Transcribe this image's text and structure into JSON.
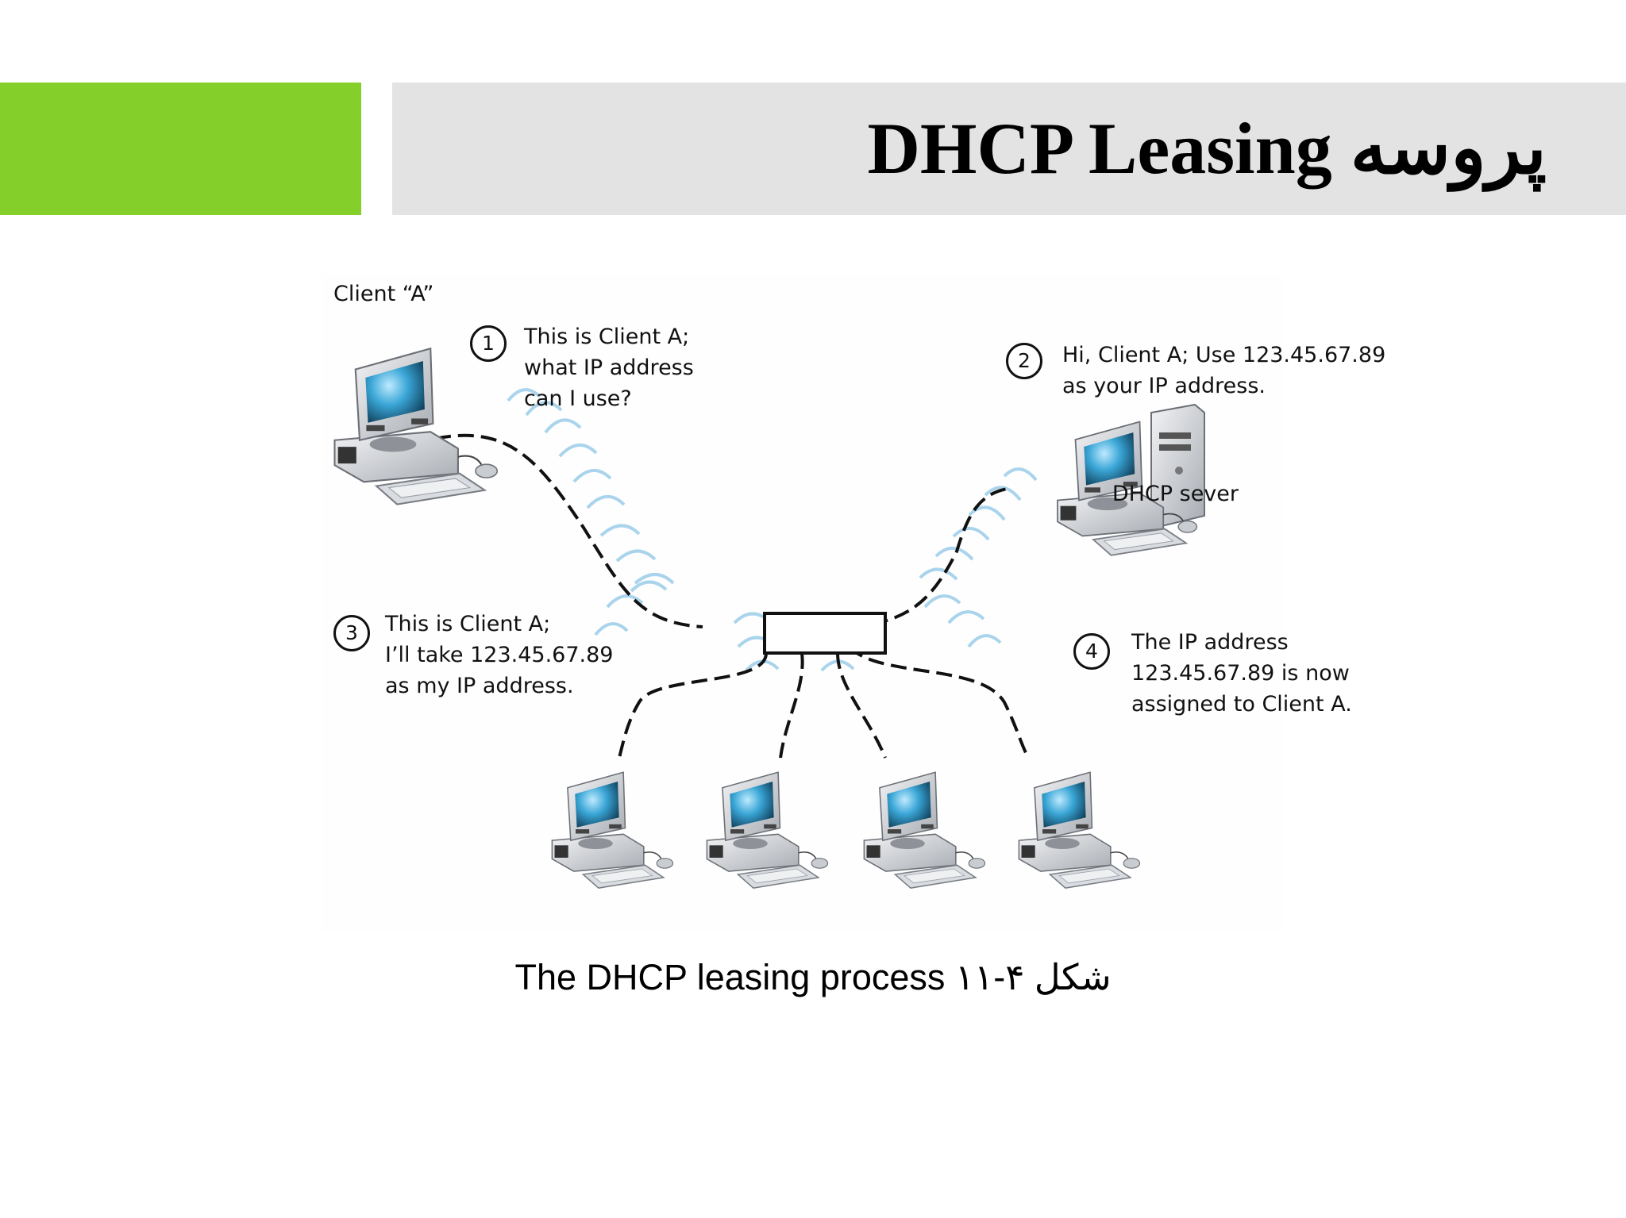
{
  "slide": {
    "title": "DHCP Leasing پروسه",
    "caption": "The DHCP leasing process ۱۱-۴ شکل"
  },
  "diagram": {
    "client_label": "Client “A”",
    "server_label": "DHCP sever",
    "steps": [
      {
        "number": "1",
        "lines": [
          "This is Client A;",
          "what IP address",
          "can I use?"
        ]
      },
      {
        "number": "2",
        "lines": [
          "Hi, Client A; Use 123.45.67.89",
          "as your IP address."
        ]
      },
      {
        "number": "3",
        "lines": [
          "This is Client A;",
          "I’ll take 123.45.67.89",
          "as my IP address."
        ]
      },
      {
        "number": "4",
        "lines": [
          "The IP address",
          "123.45.67.89 is now",
          "assigned to Client A."
        ]
      }
    ]
  },
  "colors": {
    "accent_green": "#85cf2b",
    "title_bar_gray": "#e3e3e3",
    "screen_blue": "#3aa6d6",
    "wave_blue": "#a9d4ec"
  }
}
